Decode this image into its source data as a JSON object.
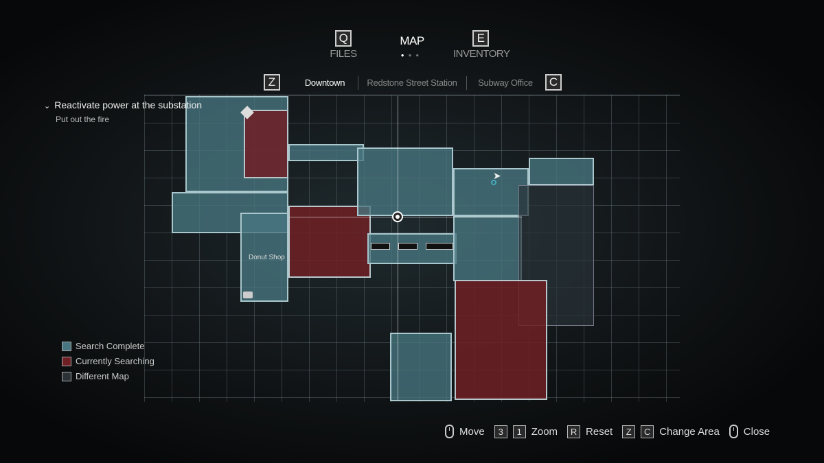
{
  "tabs": {
    "left": {
      "key": "Q",
      "label": "FILES"
    },
    "center": {
      "label": "MAP",
      "page_index": 0,
      "page_count": 3
    },
    "right": {
      "key": "E",
      "label": "INVENTORY"
    }
  },
  "areas": {
    "prev_key": "Z",
    "next_key": "C",
    "items": [
      "Downtown",
      "Redstone Street Station",
      "Subway Office"
    ],
    "selected": "Downtown"
  },
  "objective": {
    "title": "Reactivate power at the substation",
    "subtitle": "Put out the fire"
  },
  "map": {
    "room_label": "Donut Shop"
  },
  "legend": [
    {
      "label": "Search Complete",
      "color": "#487680"
    },
    {
      "label": "Currently Searching",
      "color": "#6e2024"
    },
    {
      "label": "Different Map",
      "color": "#2a3237"
    }
  ],
  "controls": {
    "move": "Move",
    "zoom_keys": [
      "3",
      "1"
    ],
    "zoom": "Zoom",
    "reset_key": "R",
    "reset": "Reset",
    "area_keys": [
      "Z",
      "C"
    ],
    "change_area": "Change Area",
    "close": "Close"
  }
}
